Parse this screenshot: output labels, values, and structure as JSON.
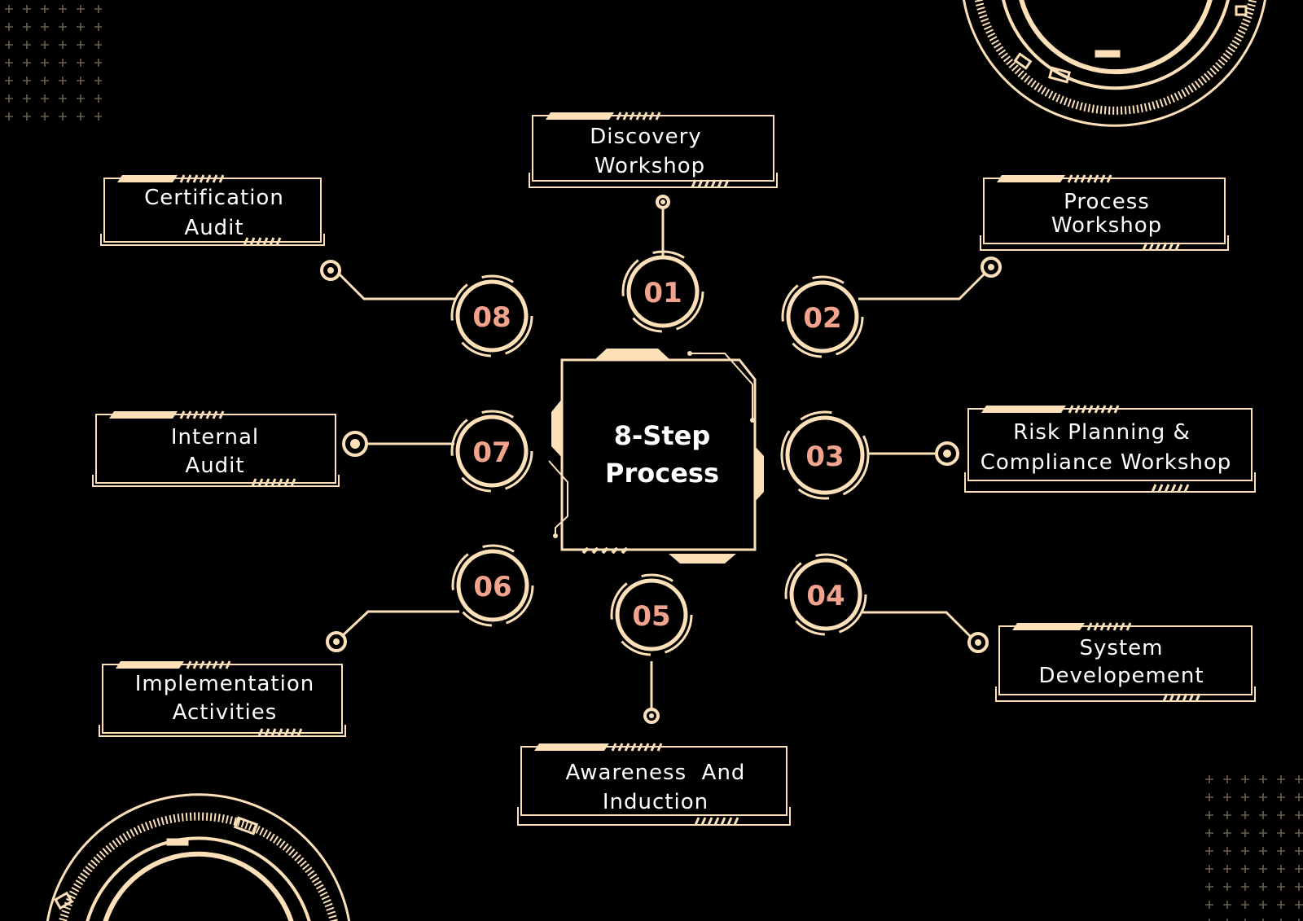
{
  "colors": {
    "background": "#000000",
    "accent": "#fde0b8",
    "number": "#f2a38e",
    "text": "#ffffff",
    "dots": "#7a6a58"
  },
  "center": {
    "line1": "8-Step",
    "line2": "Process"
  },
  "steps": [
    {
      "number": "01",
      "line1": "Discovery",
      "line2": "Workshop"
    },
    {
      "number": "02",
      "line1": "Process",
      "line2": "Workshop"
    },
    {
      "number": "03",
      "line1": "Risk Planning &",
      "line2": "Compliance Workshop"
    },
    {
      "number": "04",
      "line1": "System",
      "line2": "Developement"
    },
    {
      "number": "05",
      "line1": "Awareness  And",
      "line2": "Induction"
    },
    {
      "number": "06",
      "line1": "Implementation",
      "line2": "Activities"
    },
    {
      "number": "07",
      "line1": "Internal",
      "line2": "Audit"
    },
    {
      "number": "08",
      "line1": "Certification",
      "line2": "Audit"
    }
  ]
}
